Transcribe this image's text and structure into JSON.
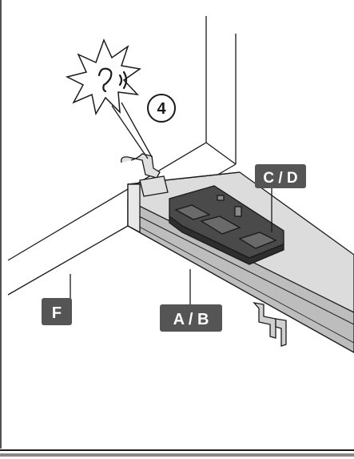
{
  "step": {
    "number": "4"
  },
  "labels": {
    "rail": "A / B",
    "clip": "C / D",
    "frame": "F"
  },
  "icons": {
    "sound_cue": "ear-click-icon"
  },
  "colors": {
    "label_bg": "#555555",
    "label_text": "#ffffff",
    "rail_fill": "#c8c8c8",
    "clip_fill": "#4a4a4a",
    "line": "#1a1a1a"
  }
}
